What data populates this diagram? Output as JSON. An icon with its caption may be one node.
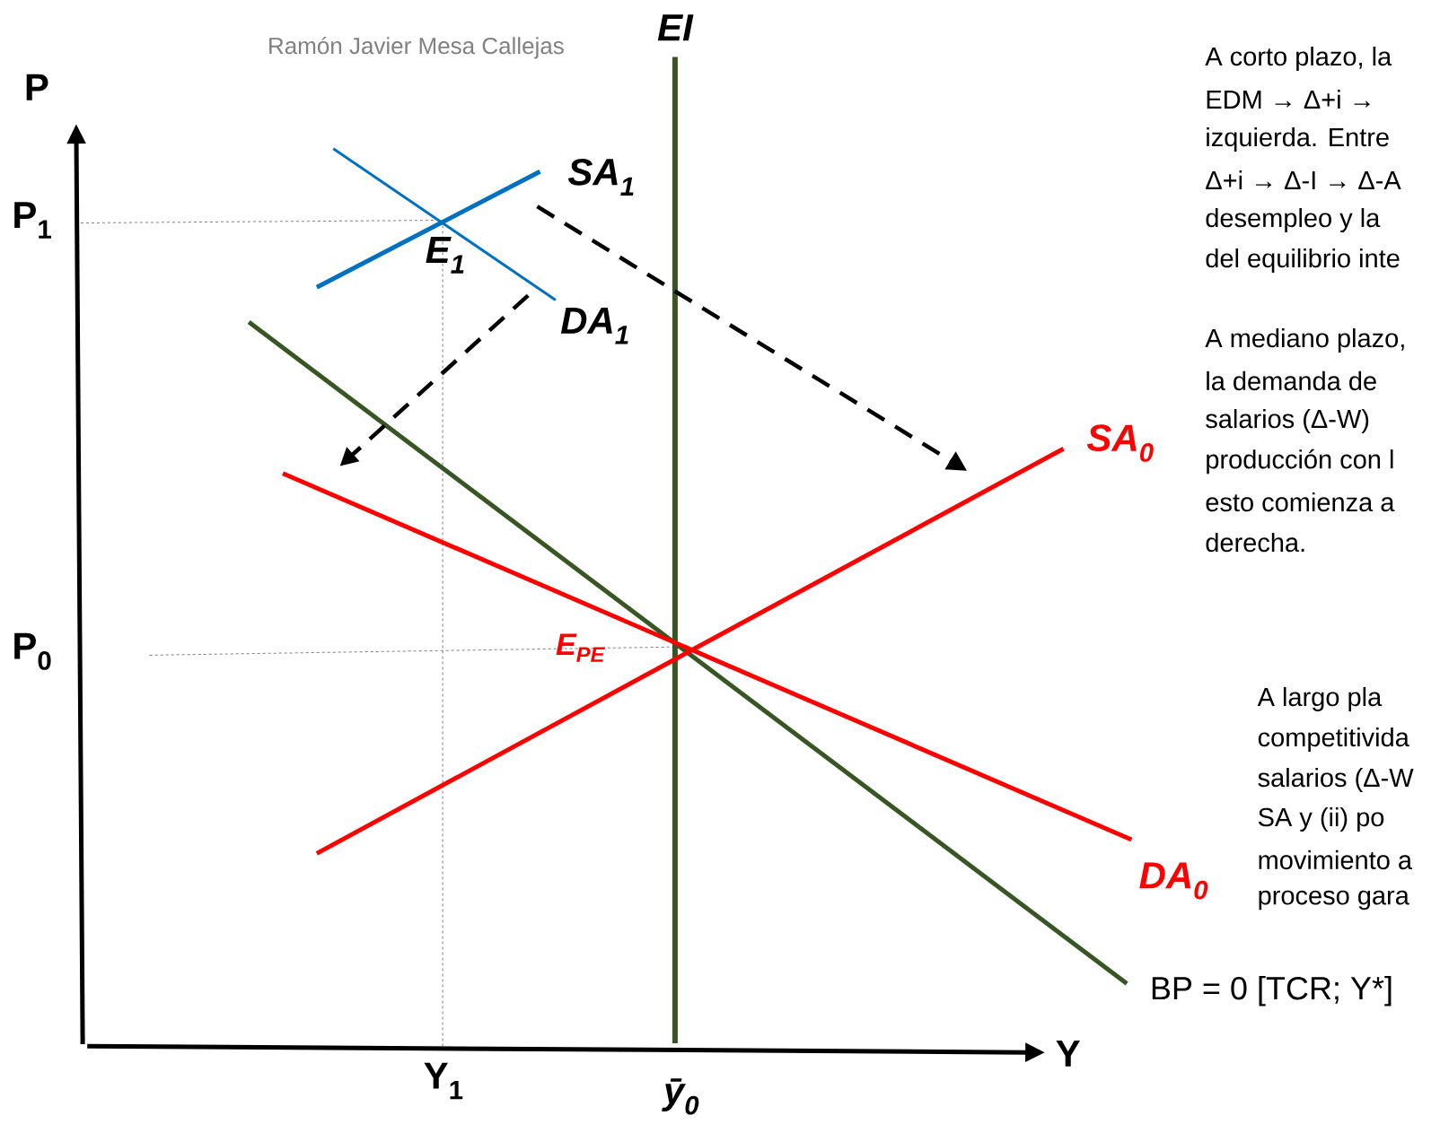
{
  "diagram": {
    "labels": [
      "Ramón Javier Mesa Callejas",
      "EI",
      "P",
      "SA$_{1}$",
      "P$_{1}$",
      "E$_{1}$",
      "DA$_{1}$",
      "SA$_{0}$",
      "P$_{0}$",
      "E$_{PE}$",
      "DA$_{0}$",
      "BP = 0 [TCR; Y*]",
      "Y$_{1}$",
      "ȳ$_{0}$",
      "Y",
      "A corto plazo, la",
      "EDM → Δ+i →",
      "izquierda. Entre",
      "Δ+i → Δ-I → Δ-A",
      "desempleo y la",
      "del equilibrio inte",
      "A mediano plazo,",
      "la demanda de",
      "salarios (Δ-W)",
      "producción con l",
      "esto comienza a",
      "derecha.",
      "A largo pla",
      "competitivida",
      "salarios (Δ-W",
      "SA y (ii) po",
      "movimiento a",
      "proceso gara"
    ]
  }
}
